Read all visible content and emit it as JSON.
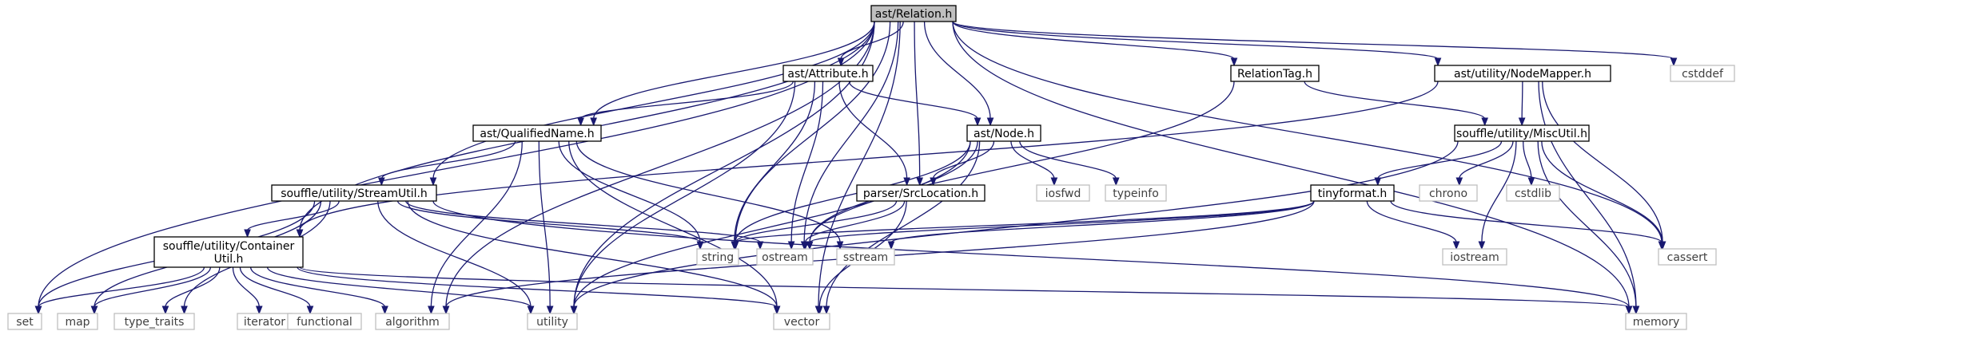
{
  "nodes": [
    {
      "id": "relation",
      "label": "ast/Relation.h",
      "kind": "root"
    },
    {
      "id": "attribute",
      "label": "ast/Attribute.h",
      "kind": "header"
    },
    {
      "id": "relationtag",
      "label": "RelationTag.h",
      "kind": "header"
    },
    {
      "id": "nodemapper",
      "label": "ast/utility/NodeMapper.h",
      "kind": "header"
    },
    {
      "id": "cstddef",
      "label": "cstddef",
      "kind": "system"
    },
    {
      "id": "qualifiedname",
      "label": "ast/QualifiedName.h",
      "kind": "header"
    },
    {
      "id": "node",
      "label": "ast/Node.h",
      "kind": "header"
    },
    {
      "id": "miscutil",
      "label": "souffle/utility/MiscUtil.h",
      "kind": "header"
    },
    {
      "id": "streamutil",
      "label": "souffle/utility/StreamUtil.h",
      "kind": "header"
    },
    {
      "id": "srclocation",
      "label": "parser/SrcLocation.h",
      "kind": "header"
    },
    {
      "id": "iosfwd",
      "label": "iosfwd",
      "kind": "system"
    },
    {
      "id": "typeinfo",
      "label": "typeinfo",
      "kind": "system"
    },
    {
      "id": "tinyformat",
      "label": "tinyformat.h",
      "kind": "header"
    },
    {
      "id": "chrono",
      "label": "chrono",
      "kind": "system"
    },
    {
      "id": "cstdlib",
      "label": "cstdlib",
      "kind": "system"
    },
    {
      "id": "containerutil",
      "label": "souffle/utility/Container\nUtil.h",
      "kind": "header"
    },
    {
      "id": "string",
      "label": "string",
      "kind": "system"
    },
    {
      "id": "ostream",
      "label": "ostream",
      "kind": "system"
    },
    {
      "id": "sstream",
      "label": "sstream",
      "kind": "system"
    },
    {
      "id": "iostream",
      "label": "iostream",
      "kind": "system"
    },
    {
      "id": "cassert",
      "label": "cassert",
      "kind": "system"
    },
    {
      "id": "set",
      "label": "set",
      "kind": "system"
    },
    {
      "id": "map",
      "label": "map",
      "kind": "system"
    },
    {
      "id": "type_traits",
      "label": "type_traits",
      "kind": "system"
    },
    {
      "id": "iterator",
      "label": "iterator",
      "kind": "system"
    },
    {
      "id": "functional",
      "label": "functional",
      "kind": "system"
    },
    {
      "id": "algorithm",
      "label": "algorithm",
      "kind": "system"
    },
    {
      "id": "utility",
      "label": "utility",
      "kind": "system"
    },
    {
      "id": "vector",
      "label": "vector",
      "kind": "system"
    },
    {
      "id": "memory",
      "label": "memory",
      "kind": "system"
    }
  ],
  "edges": [
    [
      "relation",
      "attribute"
    ],
    [
      "relation",
      "relationtag"
    ],
    [
      "relation",
      "nodemapper"
    ],
    [
      "relation",
      "cstddef"
    ],
    [
      "relation",
      "qualifiedname"
    ],
    [
      "relation",
      "node"
    ],
    [
      "relation",
      "streamutil"
    ],
    [
      "relation",
      "containerutil"
    ],
    [
      "relation",
      "srclocation"
    ],
    [
      "relation",
      "string"
    ],
    [
      "relation",
      "ostream"
    ],
    [
      "relation",
      "cassert"
    ],
    [
      "relation",
      "set"
    ],
    [
      "relation",
      "algorithm"
    ],
    [
      "relation",
      "utility"
    ],
    [
      "relation",
      "vector"
    ],
    [
      "relation",
      "memory"
    ],
    [
      "attribute",
      "qualifiedname"
    ],
    [
      "attribute",
      "node"
    ],
    [
      "attribute",
      "srclocation"
    ],
    [
      "attribute",
      "string"
    ],
    [
      "attribute",
      "ostream"
    ],
    [
      "attribute",
      "utility"
    ],
    [
      "relationtag",
      "miscutil"
    ],
    [
      "relationtag",
      "ostream"
    ],
    [
      "nodemapper",
      "miscutil"
    ],
    [
      "nodemapper",
      "containerutil"
    ],
    [
      "nodemapper",
      "cassert"
    ],
    [
      "nodemapper",
      "memory"
    ],
    [
      "qualifiedname",
      "streamutil"
    ],
    [
      "qualifiedname",
      "string"
    ],
    [
      "qualifiedname",
      "sstream"
    ],
    [
      "qualifiedname",
      "algorithm"
    ],
    [
      "qualifiedname",
      "utility"
    ],
    [
      "qualifiedname",
      "vector"
    ],
    [
      "node",
      "srclocation"
    ],
    [
      "node",
      "iosfwd"
    ],
    [
      "node",
      "typeinfo"
    ],
    [
      "node",
      "string"
    ],
    [
      "node",
      "ostream"
    ],
    [
      "node",
      "utility"
    ],
    [
      "node",
      "vector"
    ],
    [
      "srclocation",
      "string"
    ],
    [
      "srclocation",
      "ostream"
    ],
    [
      "srclocation",
      "vector"
    ],
    [
      "miscutil",
      "tinyformat"
    ],
    [
      "miscutil",
      "chrono"
    ],
    [
      "miscutil",
      "cstdlib"
    ],
    [
      "miscutil",
      "iostream"
    ],
    [
      "miscutil",
      "cassert"
    ],
    [
      "miscutil",
      "memory"
    ],
    [
      "miscutil",
      "utility"
    ],
    [
      "tinyformat",
      "string"
    ],
    [
      "tinyformat",
      "ostream"
    ],
    [
      "tinyformat",
      "sstream"
    ],
    [
      "tinyformat",
      "iostream"
    ],
    [
      "tinyformat",
      "cassert"
    ],
    [
      "tinyformat",
      "algorithm"
    ],
    [
      "streamutil",
      "containerutil"
    ],
    [
      "streamutil",
      "string"
    ],
    [
      "streamutil",
      "ostream"
    ],
    [
      "streamutil",
      "set"
    ],
    [
      "streamutil",
      "map"
    ],
    [
      "streamutil",
      "type_traits"
    ],
    [
      "streamutil",
      "utility"
    ],
    [
      "streamutil",
      "vector"
    ],
    [
      "streamutil",
      "memory"
    ],
    [
      "containerutil",
      "set"
    ],
    [
      "containerutil",
      "map"
    ],
    [
      "containerutil",
      "type_traits"
    ],
    [
      "containerutil",
      "iterator"
    ],
    [
      "containerutil",
      "functional"
    ],
    [
      "containerutil",
      "algorithm"
    ],
    [
      "containerutil",
      "utility"
    ],
    [
      "containerutil",
      "vector"
    ],
    [
      "containerutil",
      "memory"
    ]
  ],
  "colors": {
    "edge": "#191970",
    "root_fill": "#bfbfbf",
    "header_stroke": "#000000",
    "system_stroke": "#bfbfbf",
    "header_text": "#000000",
    "system_text": "#404040"
  }
}
